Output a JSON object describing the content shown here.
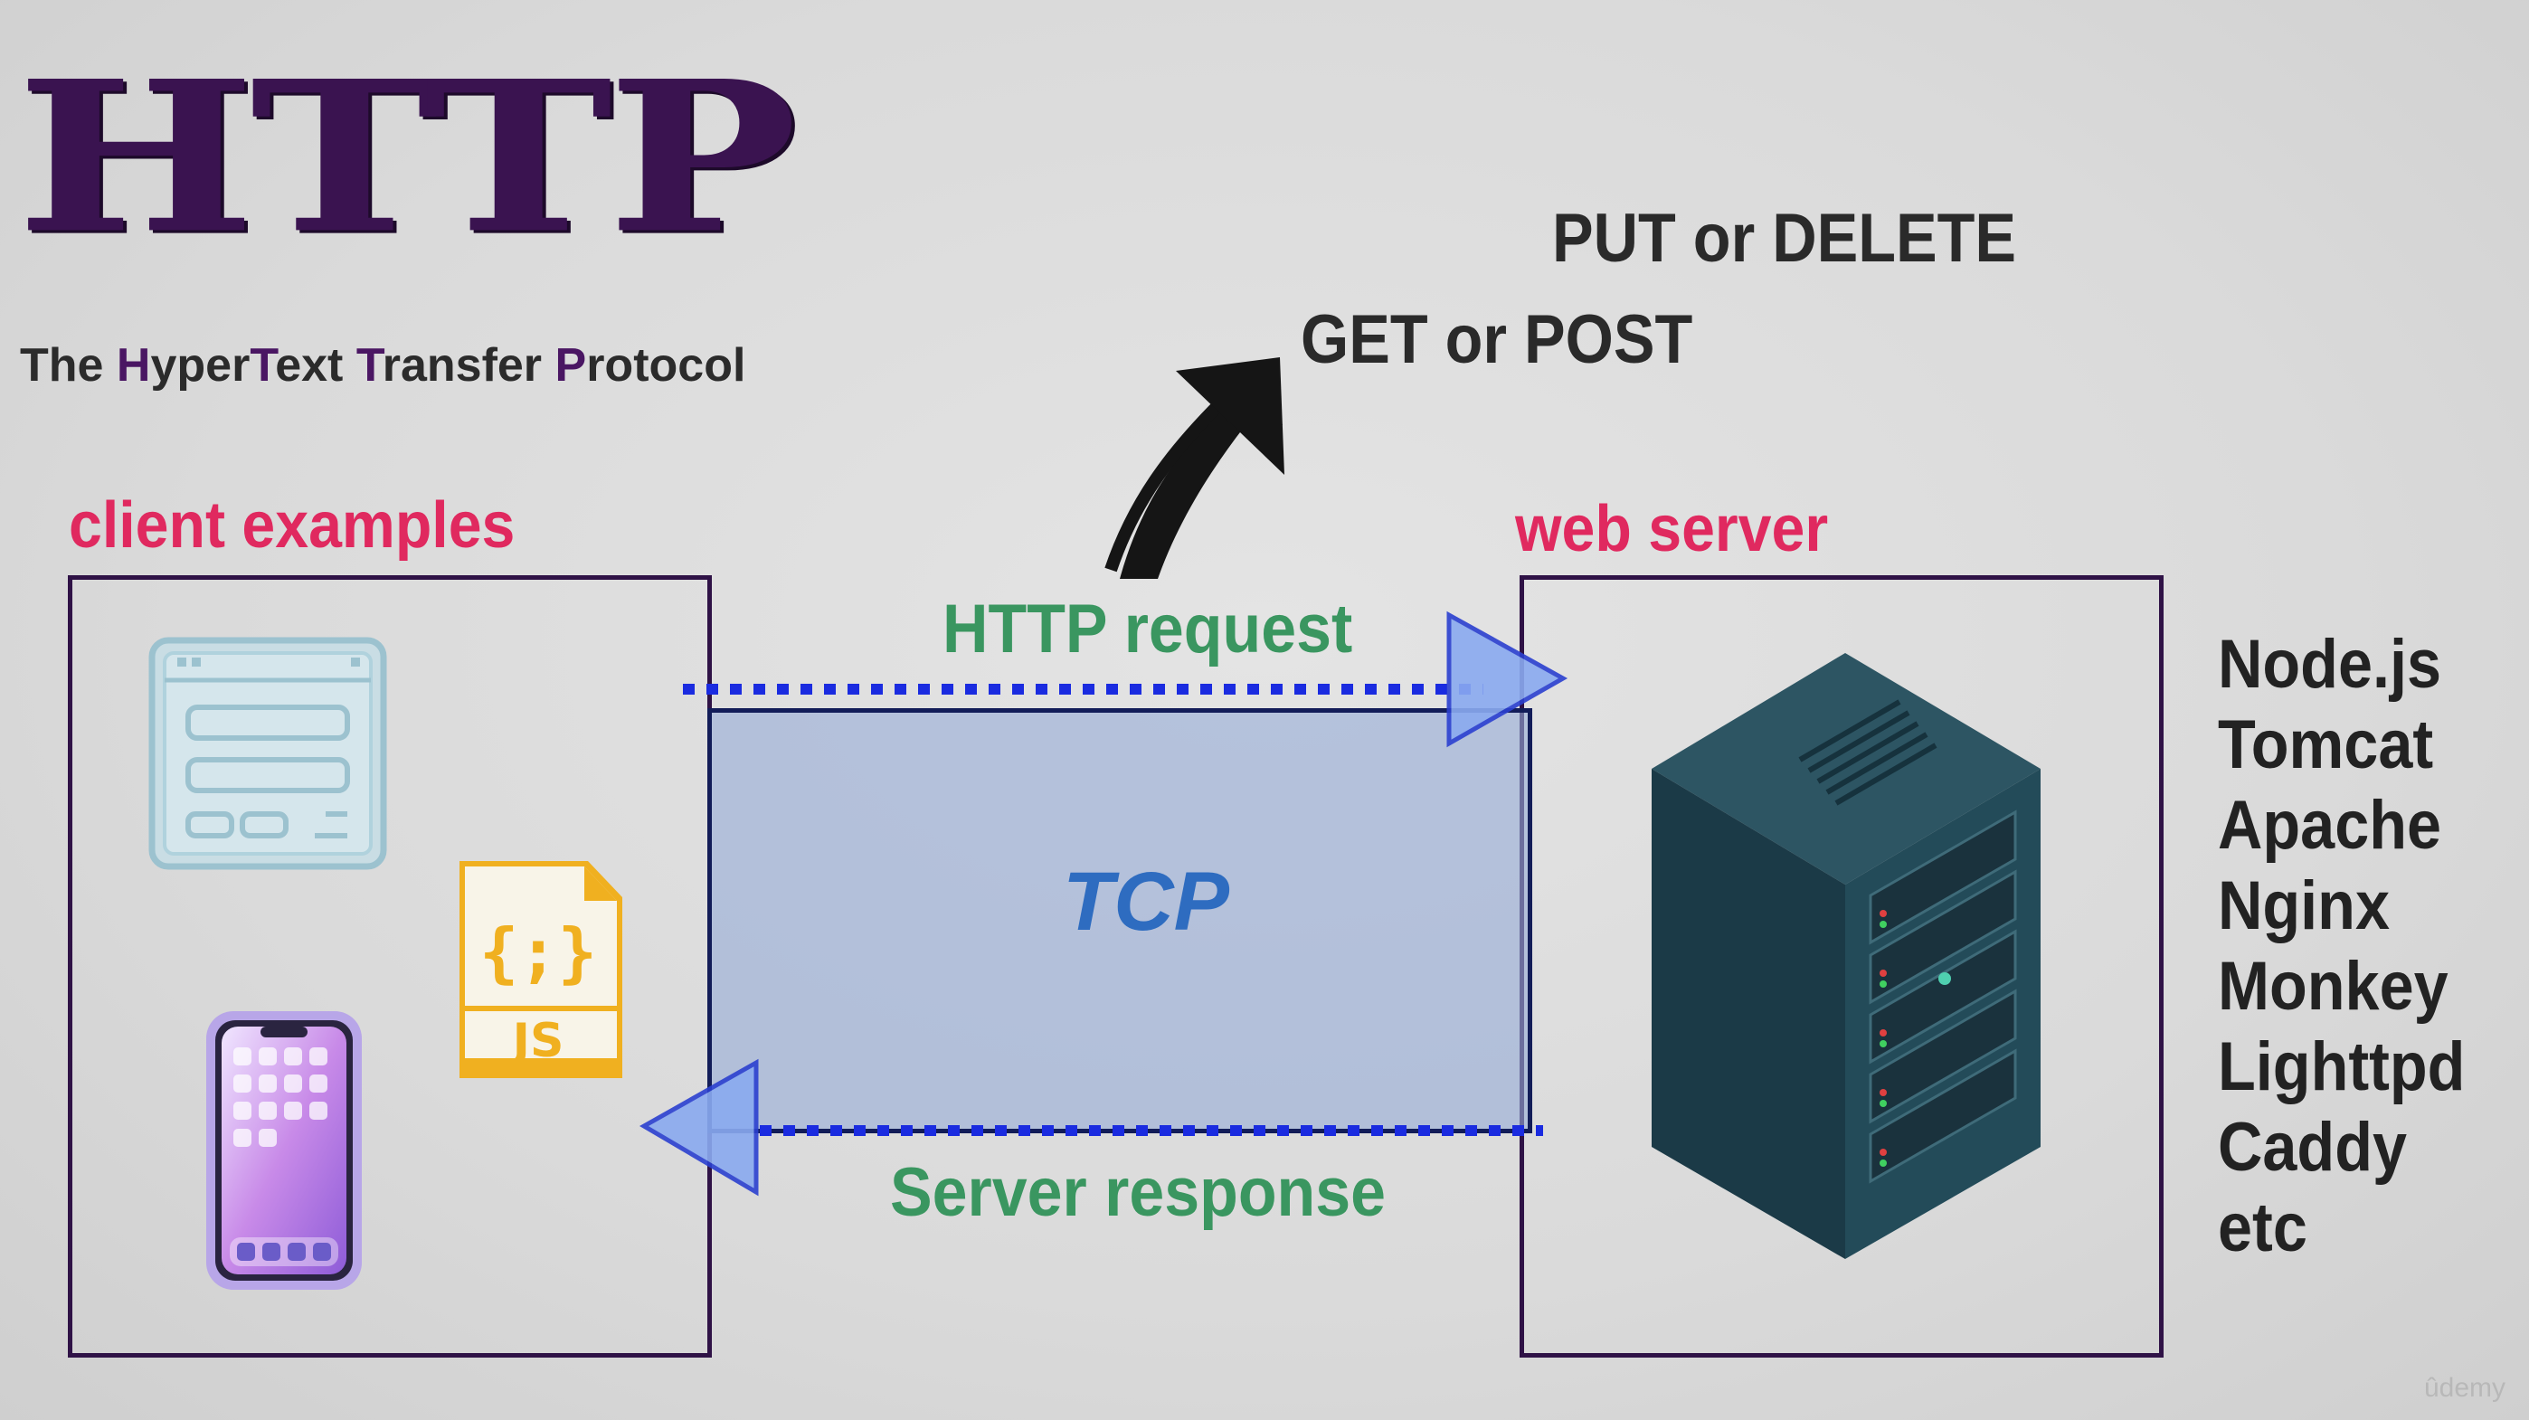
{
  "header": {
    "logo_text": "HTTP",
    "subtitle": {
      "p1": "The ",
      "h1": "H",
      "p2": "yper",
      "h2": "T",
      "p3": "ext ",
      "h3": "T",
      "p4": "ransfer ",
      "h4": "P",
      "p5": "rotocol"
    }
  },
  "methods": {
    "put_delete": "PUT or DELETE",
    "get_post": "GET or POST"
  },
  "client": {
    "label": "client examples",
    "icons": [
      "browser-window-icon",
      "javascript-file-icon",
      "smartphone-icon"
    ],
    "js_label": "JS",
    "js_glyph": "{;}"
  },
  "connection": {
    "request_label": "HTTP request",
    "tcp_label": "TCP",
    "response_label": "Server response"
  },
  "server": {
    "label": "web server",
    "icon": "server-rack-icon",
    "examples": [
      "Node.js",
      "Tomcat",
      "Apache",
      "Nginx",
      "Monkey",
      "Lighttpd",
      "Caddy",
      "etc"
    ]
  },
  "watermark": "ûdemy",
  "colors": {
    "title_purple": "#3a1350",
    "label_pink": "#e0295f",
    "label_green": "#3a9660",
    "tcp_blue": "#2e6cc0",
    "dotted_blue": "#1a2be0"
  }
}
